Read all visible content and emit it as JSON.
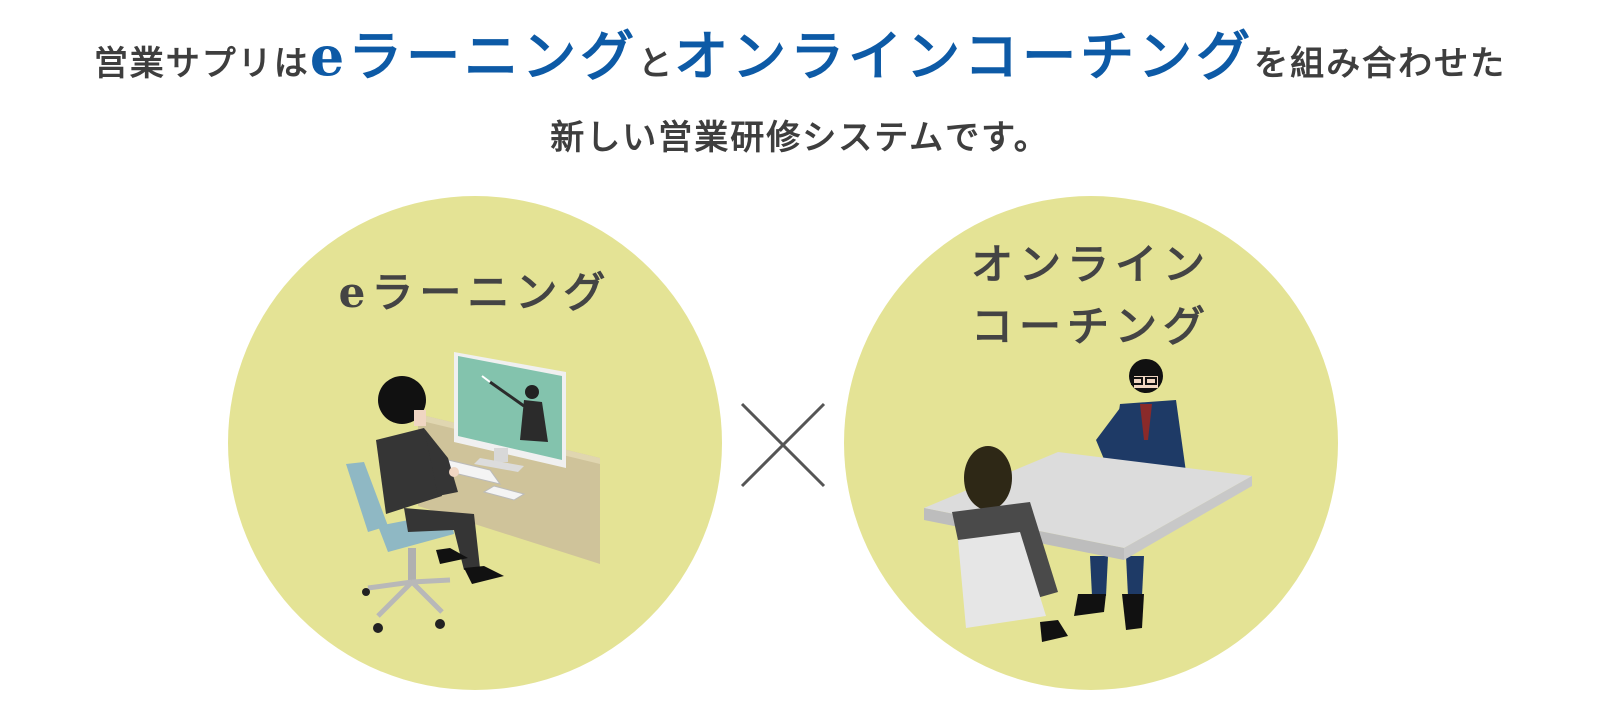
{
  "headline": {
    "part1": "営業サプリは",
    "highlight1": "eラーニング",
    "part2": "と",
    "highlight2": "オンラインコーチング",
    "part3": "を組み合わせた"
  },
  "subline": "新しい営業研修システムです。",
  "left_circle": {
    "title": "eラーニング"
  },
  "right_circle": {
    "title_line1": "オンライン",
    "title_line2": "コーチング"
  },
  "colors": {
    "accent_blue": "#0d5aa6",
    "circle_fill": "#e4e395",
    "text_dark": "#3e3e3e"
  },
  "icons": {
    "left_illustration": "man-watching-elearning-on-monitor",
    "right_illustration": "coach-and-woman-meeting-at-table",
    "separator": "times-cross-icon"
  }
}
